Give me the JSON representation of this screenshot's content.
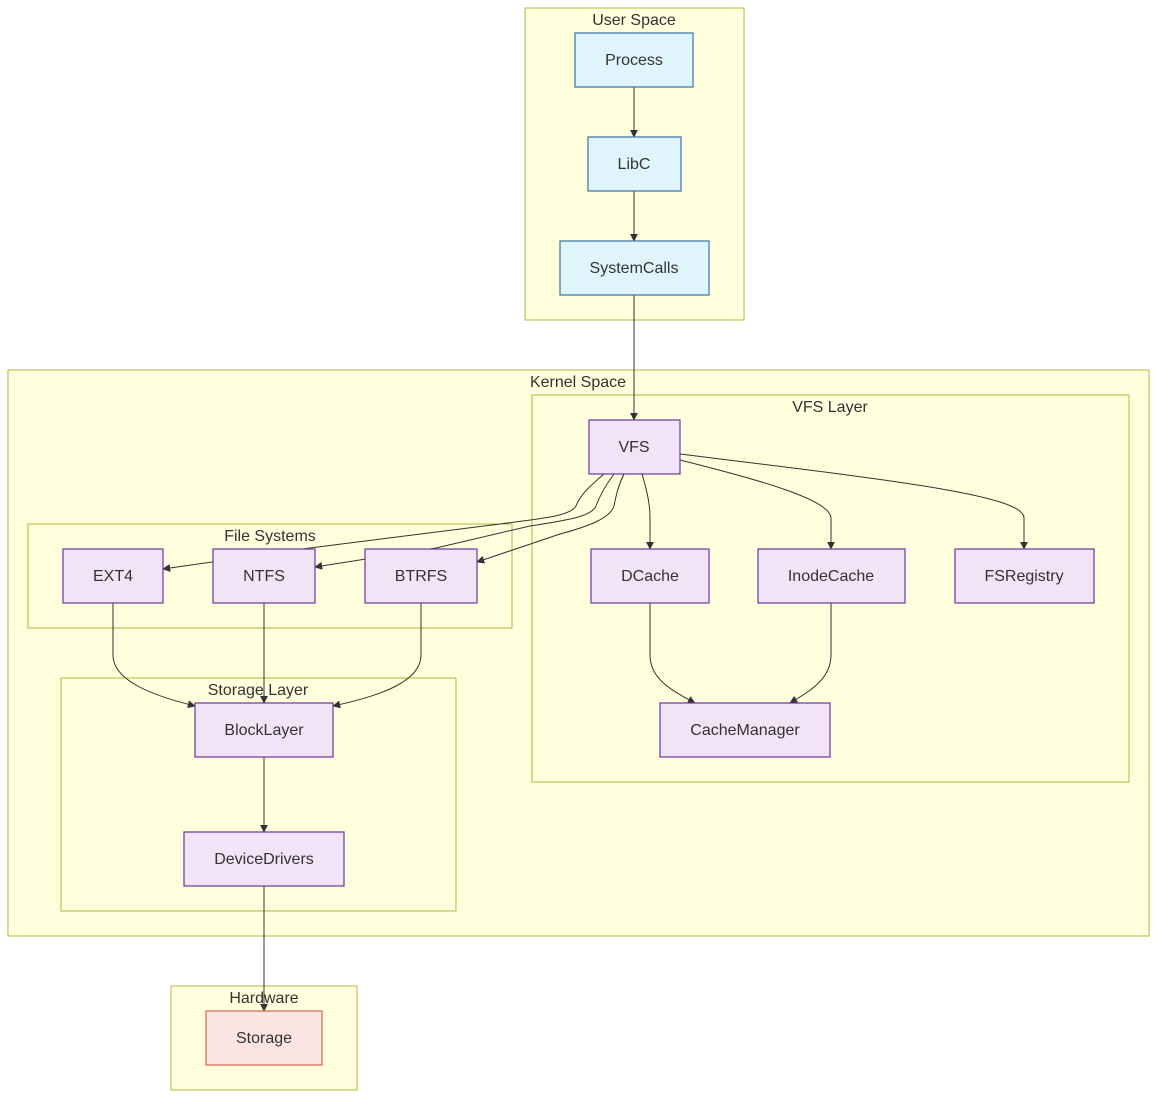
{
  "colors": {
    "cluster_fill": "#ffffde",
    "cluster_stroke": "#b6b63c",
    "user_node_fill": "#e0f4fc",
    "user_node_stroke": "#3572a8",
    "kernel_node_fill": "#f2e3f6",
    "kernel_node_stroke": "#6a35a0",
    "hardware_node_fill": "#fbe5e1",
    "hardware_node_stroke": "#d9624e",
    "edge": "#333333"
  },
  "clusters": {
    "user_space": "User Space",
    "kernel_space": "Kernel Space",
    "vfs_layer": "VFS Layer",
    "file_systems": "File Systems",
    "storage_layer": "Storage Layer",
    "hardware": "Hardware"
  },
  "nodes": {
    "process": "Process",
    "libc": "LibC",
    "systemcalls": "SystemCalls",
    "vfs": "VFS",
    "dcache": "DCache",
    "inodecache": "InodeCache",
    "fsregistry": "FSRegistry",
    "cachemanager": "CacheManager",
    "ext4": "EXT4",
    "ntfs": "NTFS",
    "btrfs": "BTRFS",
    "blocklayer": "BlockLayer",
    "devicedrivers": "DeviceDrivers",
    "storage": "Storage"
  },
  "edges": [
    {
      "from": "Process",
      "to": "LibC"
    },
    {
      "from": "LibC",
      "to": "SystemCalls"
    },
    {
      "from": "SystemCalls",
      "to": "VFS"
    },
    {
      "from": "VFS",
      "to": "EXT4"
    },
    {
      "from": "VFS",
      "to": "NTFS"
    },
    {
      "from": "VFS",
      "to": "BTRFS"
    },
    {
      "from": "VFS",
      "to": "DCache"
    },
    {
      "from": "VFS",
      "to": "InodeCache"
    },
    {
      "from": "VFS",
      "to": "FSRegistry"
    },
    {
      "from": "DCache",
      "to": "CacheManager"
    },
    {
      "from": "InodeCache",
      "to": "CacheManager"
    },
    {
      "from": "EXT4",
      "to": "BlockLayer"
    },
    {
      "from": "NTFS",
      "to": "BlockLayer"
    },
    {
      "from": "BTRFS",
      "to": "BlockLayer"
    },
    {
      "from": "BlockLayer",
      "to": "DeviceDrivers"
    },
    {
      "from": "DeviceDrivers",
      "to": "Storage"
    }
  ]
}
